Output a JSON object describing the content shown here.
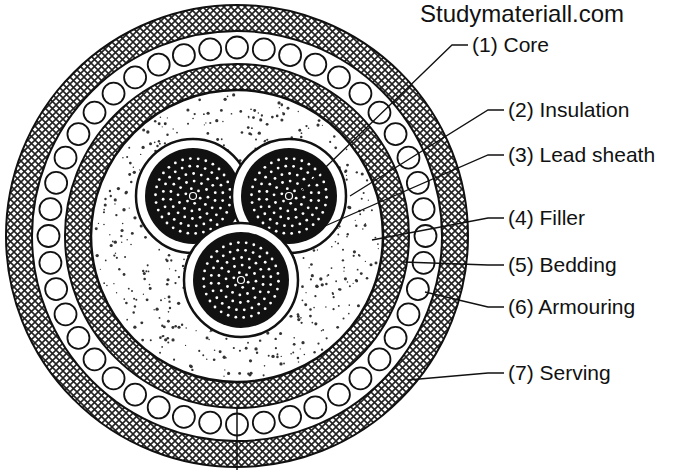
{
  "diagram": {
    "labels": [
      "Studymateriall.com",
      "(1) Core",
      "(2) Insulation",
      "(3) Lead sheath",
      "(4) Filler",
      "(5) Bedding",
      "(6) Armouring",
      "(7) Serving"
    ]
  }
}
